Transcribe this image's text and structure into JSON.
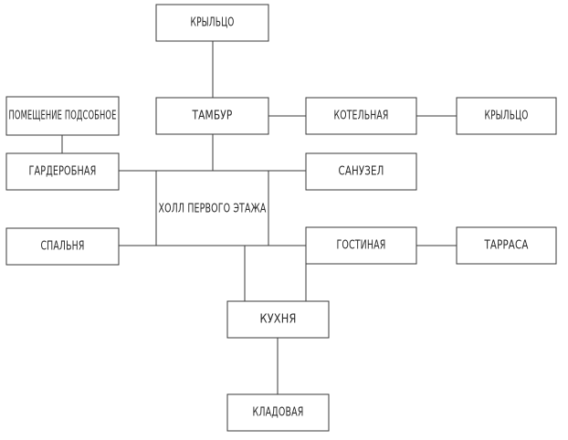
{
  "nodes": {
    "porch_top": "КРЫЛЬЦО",
    "vestibule": "ТАМБУР",
    "boiler_room": "КОТЕЛЬНАЯ",
    "porch_right": "КРЫЛЬЦО",
    "utility_room": "ПОМЕЩЕНИЕ ПОДСОБНОЕ",
    "wardrobe": "ГАРДЕРОБНАЯ",
    "bathroom": "САНУЗЕЛ",
    "hall": "ХОЛЛ ПЕРВОГО ЭТАЖА",
    "bedroom": "СПАЛЬНЯ",
    "living_room": "ГОСТИНАЯ",
    "terrace": "ТАРРАСА",
    "kitchen": "КУХНЯ",
    "pantry": "КЛАДОВАЯ"
  },
  "colors": {
    "stroke": "#3a3a3a",
    "text": "#2a2a2a",
    "background": "#ffffff"
  }
}
